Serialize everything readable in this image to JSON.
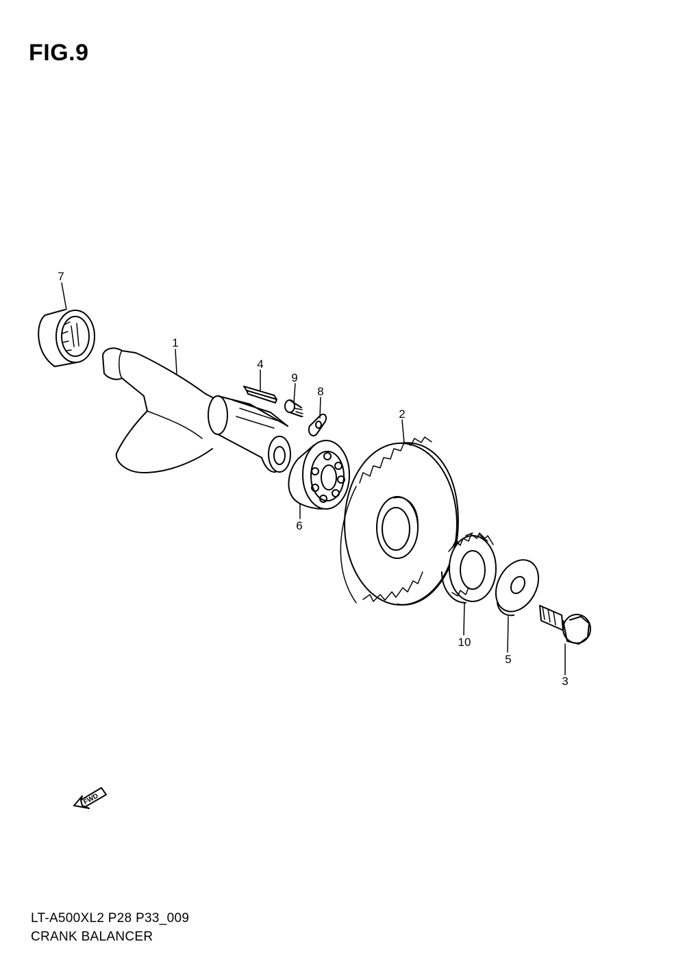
{
  "figure": {
    "title": "FIG.9"
  },
  "callouts": [
    {
      "id": "1",
      "label": "1"
    },
    {
      "id": "2",
      "label": "2"
    },
    {
      "id": "3",
      "label": "3"
    },
    {
      "id": "4",
      "label": "4"
    },
    {
      "id": "5",
      "label": "5"
    },
    {
      "id": "6",
      "label": "6"
    },
    {
      "id": "7",
      "label": "7"
    },
    {
      "id": "8",
      "label": "8"
    },
    {
      "id": "9",
      "label": "9"
    },
    {
      "id": "10",
      "label": "10"
    }
  ],
  "fwd_badge": {
    "text": "FWD",
    "icon": "fwd-arrow-icon"
  },
  "footer": {
    "model_code": "LT-A500XL2 P28 P33_009",
    "section_name": "CRANK BALANCER"
  }
}
